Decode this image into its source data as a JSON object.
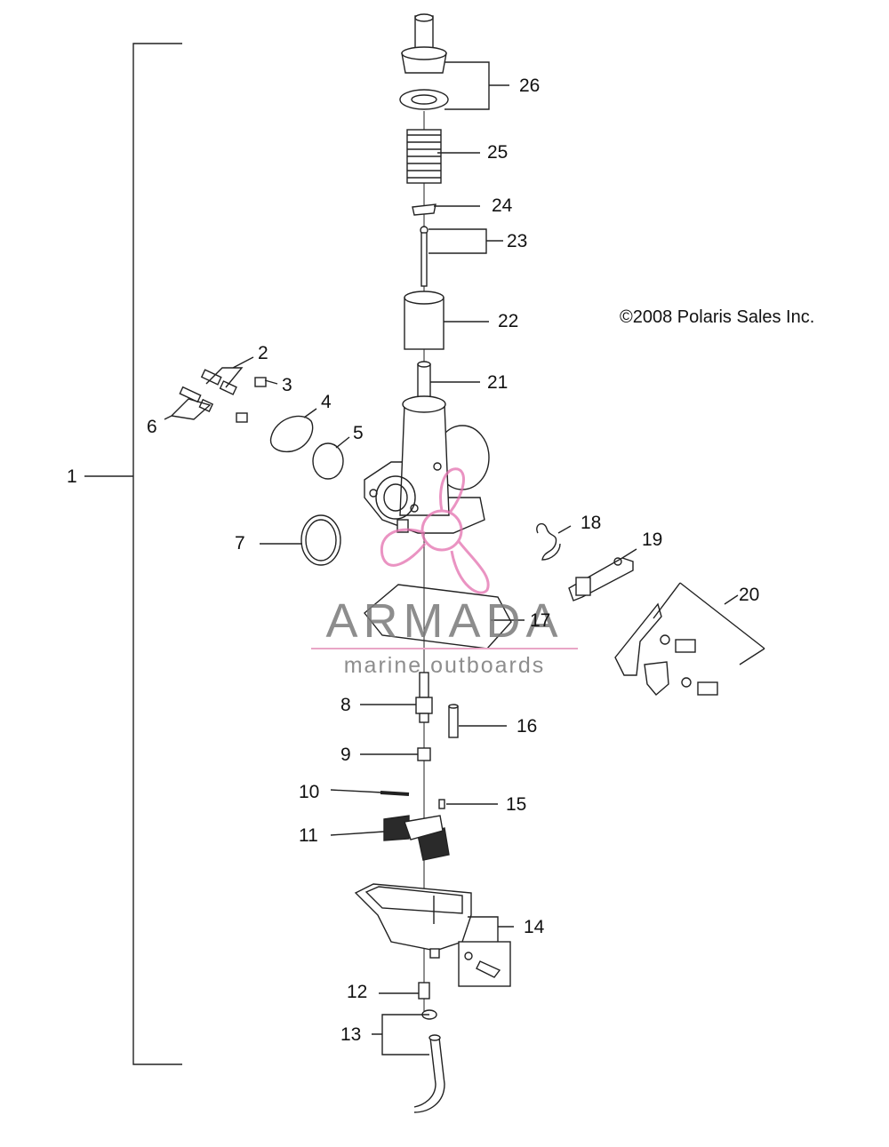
{
  "copyright": "©2008 Polaris Sales Inc.",
  "watermark": {
    "brand": "ARMADA",
    "tagline": "marine outboards",
    "accent_color": "#e36fae"
  },
  "callouts": [
    "1",
    "2",
    "3",
    "4",
    "5",
    "6",
    "7",
    "8",
    "9",
    "10",
    "11",
    "12",
    "13",
    "14",
    "15",
    "16",
    "17",
    "18",
    "19",
    "20",
    "21",
    "22",
    "23",
    "24",
    "25",
    "26"
  ]
}
